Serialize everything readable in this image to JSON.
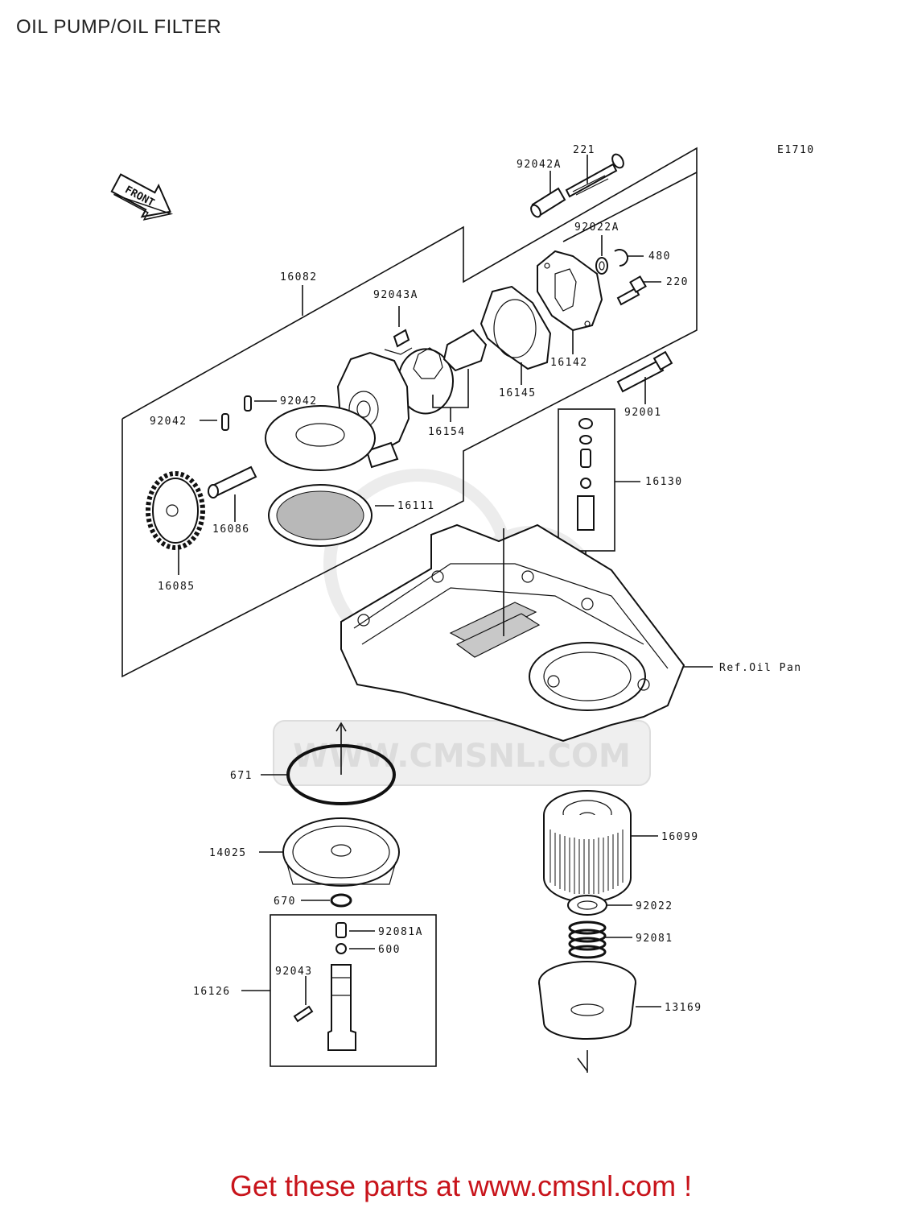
{
  "title": "OIL PUMP/OIL FILTER",
  "diagram_code": "E1710",
  "front_label": "FRONT",
  "watermark": "WWW.CMSNL.COM",
  "footer": "Get these parts at www.cmsnl.com !",
  "callouts": {
    "p221": "221",
    "p92042A": "92042A",
    "p92022A": "92022A",
    "p480": "480",
    "p220": "220",
    "p16082": "16082",
    "p92043A": "92043A",
    "p16142": "16142",
    "p16145": "16145",
    "p92042a": "92042",
    "p92042b": "92042",
    "p16154": "16154",
    "p92001": "92001",
    "p16130": "16130",
    "p16111": "16111",
    "p16086": "16086",
    "p16085": "16085",
    "pRefOilPan": "Ref.Oil Pan",
    "p671": "671",
    "p14025": "14025",
    "p16099": "16099",
    "p670": "670",
    "p92081A": "92081A",
    "p600": "600",
    "p92022": "92022",
    "p92081": "92081",
    "p92043": "92043",
    "p16126": "16126",
    "p13169": "13169"
  }
}
